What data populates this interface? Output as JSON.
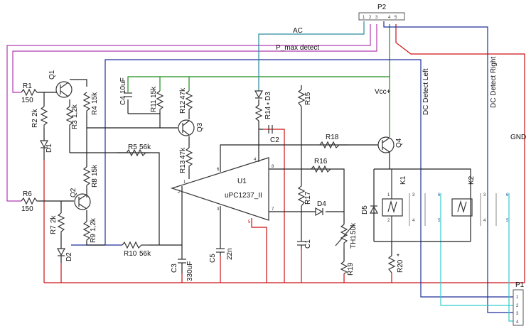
{
  "nets": {
    "ac": "AC",
    "pmax": "P_max detect",
    "vcc": "Vcc+",
    "dc_left": "DC Detect Left",
    "dc_right": "DC Detect Right",
    "gnd": "GND"
  },
  "connectors": {
    "p2": "P2",
    "p1": "P1",
    "p2_pins": [
      "1",
      "2",
      "3",
      "4",
      "5"
    ],
    "p1_pins": [
      "1",
      "2",
      "3",
      "4"
    ]
  },
  "ic": {
    "ref": "U1",
    "part": "uPC1237_II",
    "pins": [
      "1",
      "2",
      "3",
      "4",
      "5",
      "6",
      "7",
      "8"
    ]
  },
  "components": {
    "R1": {
      "ref": "R1",
      "val": "150"
    },
    "R2": {
      "ref": "R2",
      "val": "2k"
    },
    "D1": {
      "ref": "D1"
    },
    "Q1": {
      "ref": "Q1"
    },
    "R3": {
      "ref": "R3",
      "val": "1,2k"
    },
    "R4": {
      "ref": "R4",
      "val": "15k"
    },
    "C4": {
      "ref": "C4",
      "val": "10uF"
    },
    "R11": {
      "ref": "R11",
      "val": "15k"
    },
    "R12": {
      "ref": "R12",
      "val": "47k"
    },
    "Q3": {
      "ref": "Q3"
    },
    "R13": {
      "ref": "R13",
      "val": "47k"
    },
    "R5": {
      "ref": "R5",
      "val": "56k"
    },
    "R6": {
      "ref": "R6",
      "val": "150"
    },
    "R7": {
      "ref": "R7",
      "val": "2k"
    },
    "D2": {
      "ref": "D2"
    },
    "Q2": {
      "ref": "Q2"
    },
    "R8": {
      "ref": "R8",
      "val": "15k"
    },
    "R9": {
      "ref": "R9",
      "val": "1,2k"
    },
    "R10": {
      "ref": "R10",
      "val": "56k"
    },
    "C3": {
      "ref": "C3",
      "val": "330uF"
    },
    "C5": {
      "ref": "C5",
      "val": "22n"
    },
    "D3": {
      "ref": "D3"
    },
    "R14": {
      "ref": "R14",
      "val": "*"
    },
    "C2": {
      "ref": "C2"
    },
    "R15": {
      "ref": "R15"
    },
    "R18": {
      "ref": "R18"
    },
    "R16": {
      "ref": "R16"
    },
    "R17": {
      "ref": "R17"
    },
    "D4": {
      "ref": "D4"
    },
    "C1": {
      "ref": "C1"
    },
    "TH1": {
      "ref": "TH1",
      "val": "50k"
    },
    "R19": {
      "ref": "R19"
    },
    "Q4": {
      "ref": "Q4"
    },
    "D5": {
      "ref": "D5"
    },
    "K1": {
      "ref": "K1"
    },
    "K2": {
      "ref": "K2"
    },
    "R20": {
      "ref": "R20",
      "val": "*"
    }
  },
  "relay_pins": [
    "1",
    "2",
    "3",
    "4",
    "5",
    "6"
  ],
  "colors": {
    "gnd": "#cc1111",
    "vcc": "#1b8c1b",
    "dc": "#1f2f9a",
    "pmax": "#b03ab0",
    "ac": "#2a8a9a",
    "relay": "#33cccc"
  }
}
